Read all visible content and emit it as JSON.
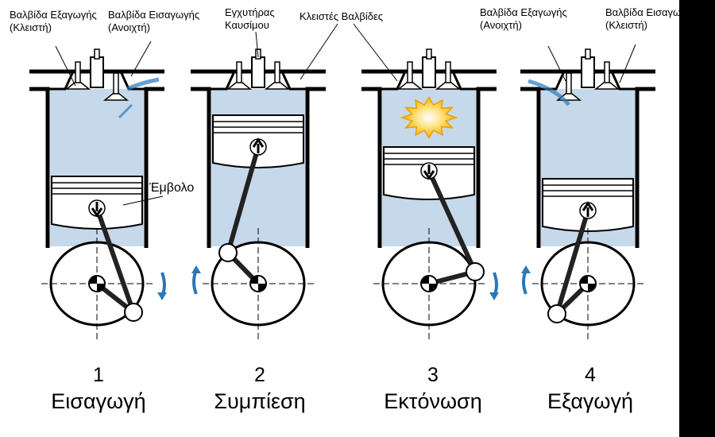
{
  "labels": {
    "exhaust_closed": "Βαλβίδα Εξαγωγής\n(Κλειστή)",
    "intake_open": "Βαλβίδα Εισαγωγής\n(Ανοιχτή)",
    "injector": "Εγχυτήρας\nΚαυσίμου",
    "valves_closed": "Κλειστές Βαλβίδες",
    "exhaust_open": "Βαλβίδα Εξαγωγής\n(Ανοιχτή)",
    "intake_closed": "Βαλβίδα Εισαγωγής\n(Κλειστή)",
    "piston": "Έμβολο"
  },
  "strokes": [
    {
      "number": "1",
      "name": "Εισαγωγή"
    },
    {
      "number": "2",
      "name": "Συμπίεση"
    },
    {
      "number": "3",
      "name": "Εκτόνωση"
    },
    {
      "number": "4",
      "name": "Εξαγωγή"
    }
  ],
  "colors": {
    "cylinder_fill": "#c6d9ea",
    "outline": "#000000",
    "piston_fill": "#ffffff",
    "arrow_blue": "#2a78b8",
    "combustion": "#f7c53b"
  }
}
